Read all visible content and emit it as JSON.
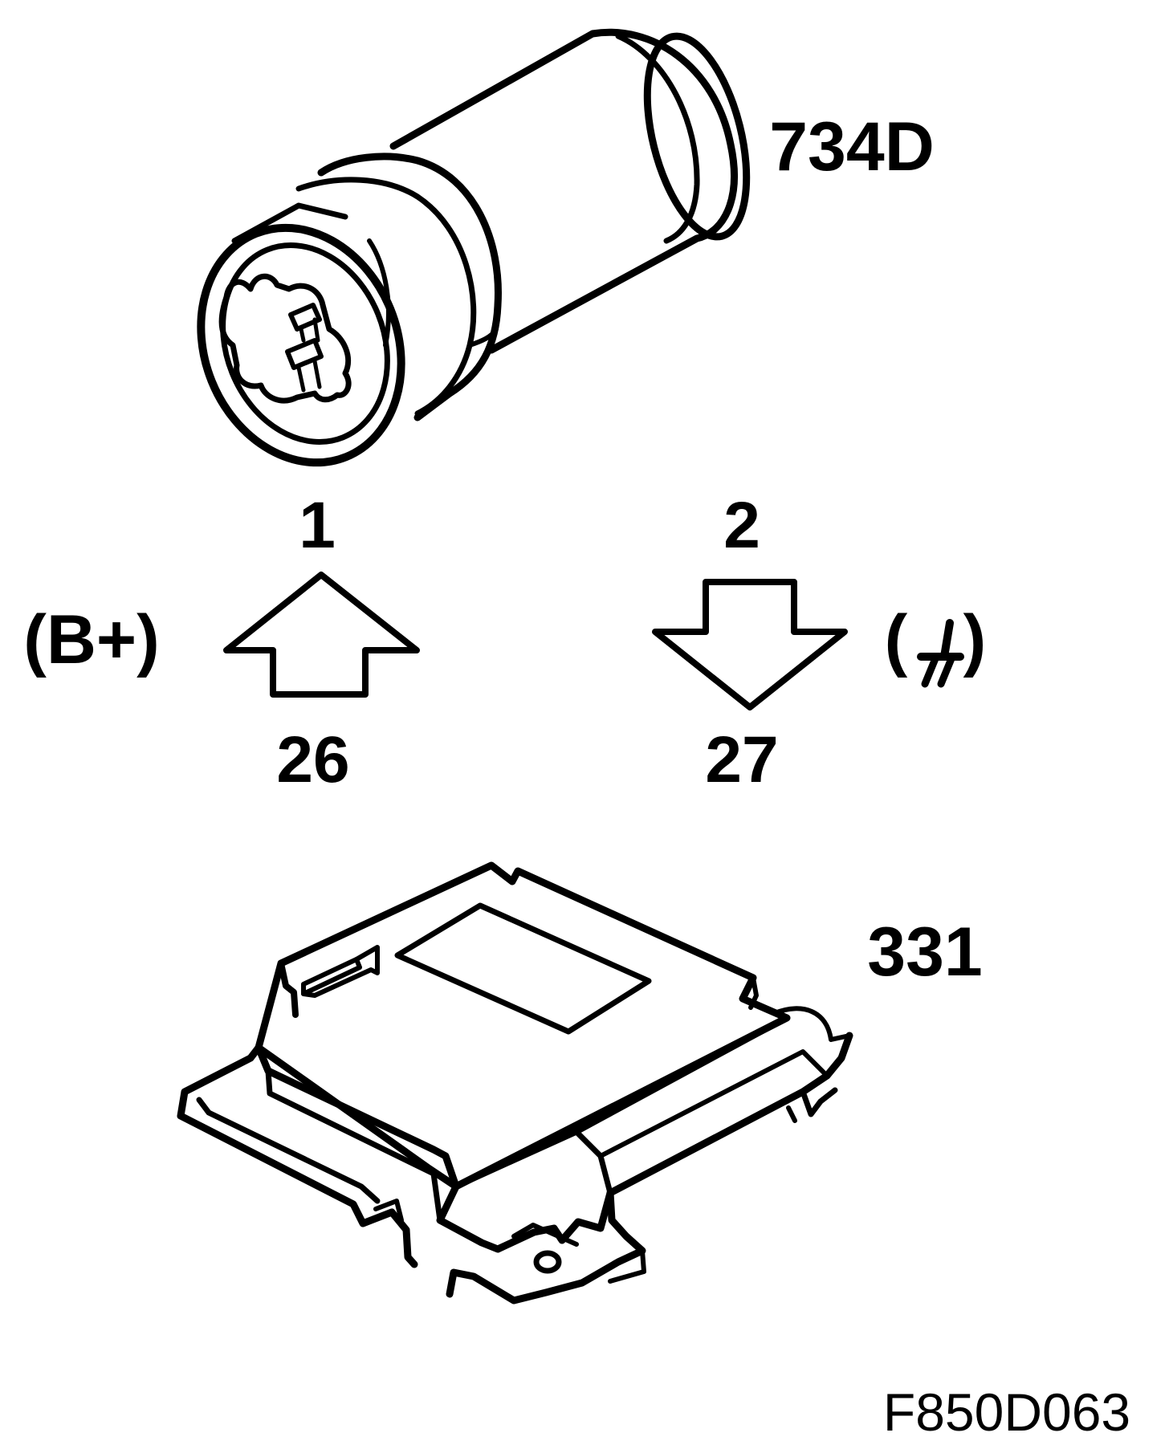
{
  "components": {
    "sensor": {
      "id": "734D"
    },
    "control_unit": {
      "id": "331"
    }
  },
  "connections": [
    {
      "sensor_pin": "1",
      "unit_pin": "26",
      "label": "(B+)",
      "direction": "up"
    },
    {
      "sensor_pin": "2",
      "unit_pin": "27",
      "label_open": "(",
      "label_close": ")",
      "ground_symbol": "ground-icon",
      "direction": "down"
    }
  ],
  "figure_ref": "F850D063",
  "colors": {
    "line": "#000000",
    "background": "#ffffff"
  }
}
